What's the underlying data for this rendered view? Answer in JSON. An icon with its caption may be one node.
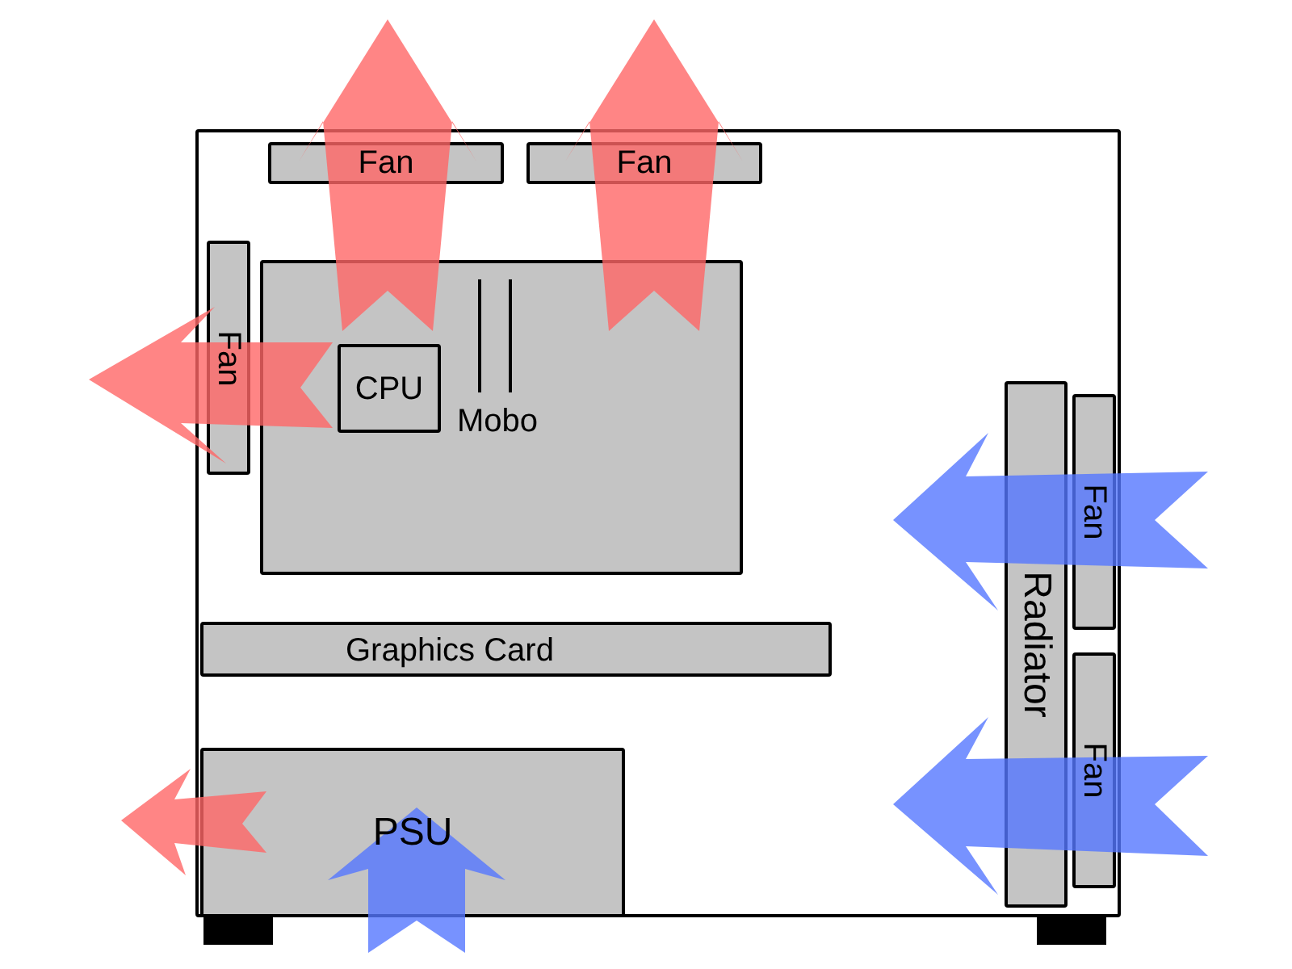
{
  "diagram": {
    "nodes": [
      {
        "text": [],
        "shape": "box"
      },
      {
        "text": [
          "Fan"
        ],
        "in": 0
      },
      {
        "text": [
          "Fan"
        ],
        "in": 0
      },
      {
        "text": [
          "Fan"
        ],
        "in": 0
      },
      {
        "text": [
          "Mobo"
        ],
        "in": 0
      },
      {
        "text": [
          "CPU"
        ],
        "in": 4
      },
      {
        "text": [
          "Graphics Card"
        ],
        "in": 0
      },
      {
        "text": [
          "PSU"
        ],
        "in": 0
      },
      {
        "text": [
          "Radiator"
        ],
        "in": 0
      },
      {
        "text": [
          "Fan"
        ],
        "in": 0
      },
      {
        "text": [
          "Fan"
        ],
        "in": 0
      }
    ],
    "edges": []
  }
}
